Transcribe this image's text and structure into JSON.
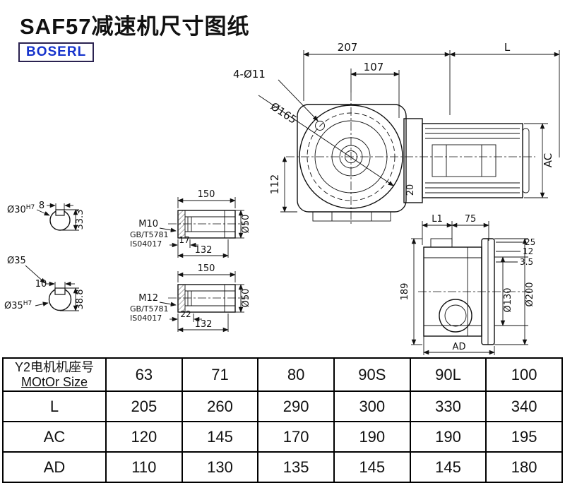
{
  "page": {
    "title": "SAF57减速机尺寸图纸",
    "brand": "BOSERL"
  },
  "drawing": {
    "main_view": {
      "dim_depth": "207",
      "dim_length": "L",
      "dim_flange_offset": "107",
      "bolt_holes": "4-Ø11",
      "flange_dia": "Ø165",
      "dim_center_height": "112",
      "dim_motor_height": "AC",
      "dim_shaft": "20"
    },
    "shafts": {
      "key1_width": "8",
      "bore1_main": "Ø30",
      "bore1_sup": "H7",
      "key1_depth": "33.3",
      "dia35": "Ø35",
      "key2_width": "10",
      "bore2_main": "Ø35",
      "bore2_sup": "H7",
      "key2_depth": "38.8"
    },
    "bushing1": {
      "length": "150",
      "thread": "M10",
      "std1": "GB/T5781",
      "std2": "IS04017",
      "dim_a": "17",
      "dim_b": "132",
      "dia": "Ø50"
    },
    "bushing2": {
      "length": "150",
      "thread": "M12",
      "std1": "GB/T5781",
      "std2": "IS04017",
      "dim_a": "22",
      "dim_b": "132",
      "dia": "Ø50"
    },
    "side_view": {
      "dim_l1": "L1",
      "dim_75": "75",
      "dim_25": "25",
      "dim_12": "12",
      "dim_3_5": "3.5",
      "dim_189": "189",
      "dia_130": "Ø130",
      "dia_200": "Ø200",
      "dim_ad": "AD"
    }
  },
  "table": {
    "motor_row": {
      "label_line1": "Y2电机机座号",
      "label_line2": "MOtOr Size",
      "values": [
        "63",
        "71",
        "80",
        "90S",
        "90L",
        "100"
      ]
    },
    "rows": [
      {
        "label": "L",
        "values": [
          "205",
          "260",
          "290",
          "300",
          "330",
          "340"
        ]
      },
      {
        "label": "AC",
        "values": [
          "120",
          "145",
          "170",
          "190",
          "190",
          "195"
        ]
      },
      {
        "label": "AD",
        "values": [
          "110",
          "130",
          "135",
          "145",
          "145",
          "180"
        ]
      }
    ]
  }
}
